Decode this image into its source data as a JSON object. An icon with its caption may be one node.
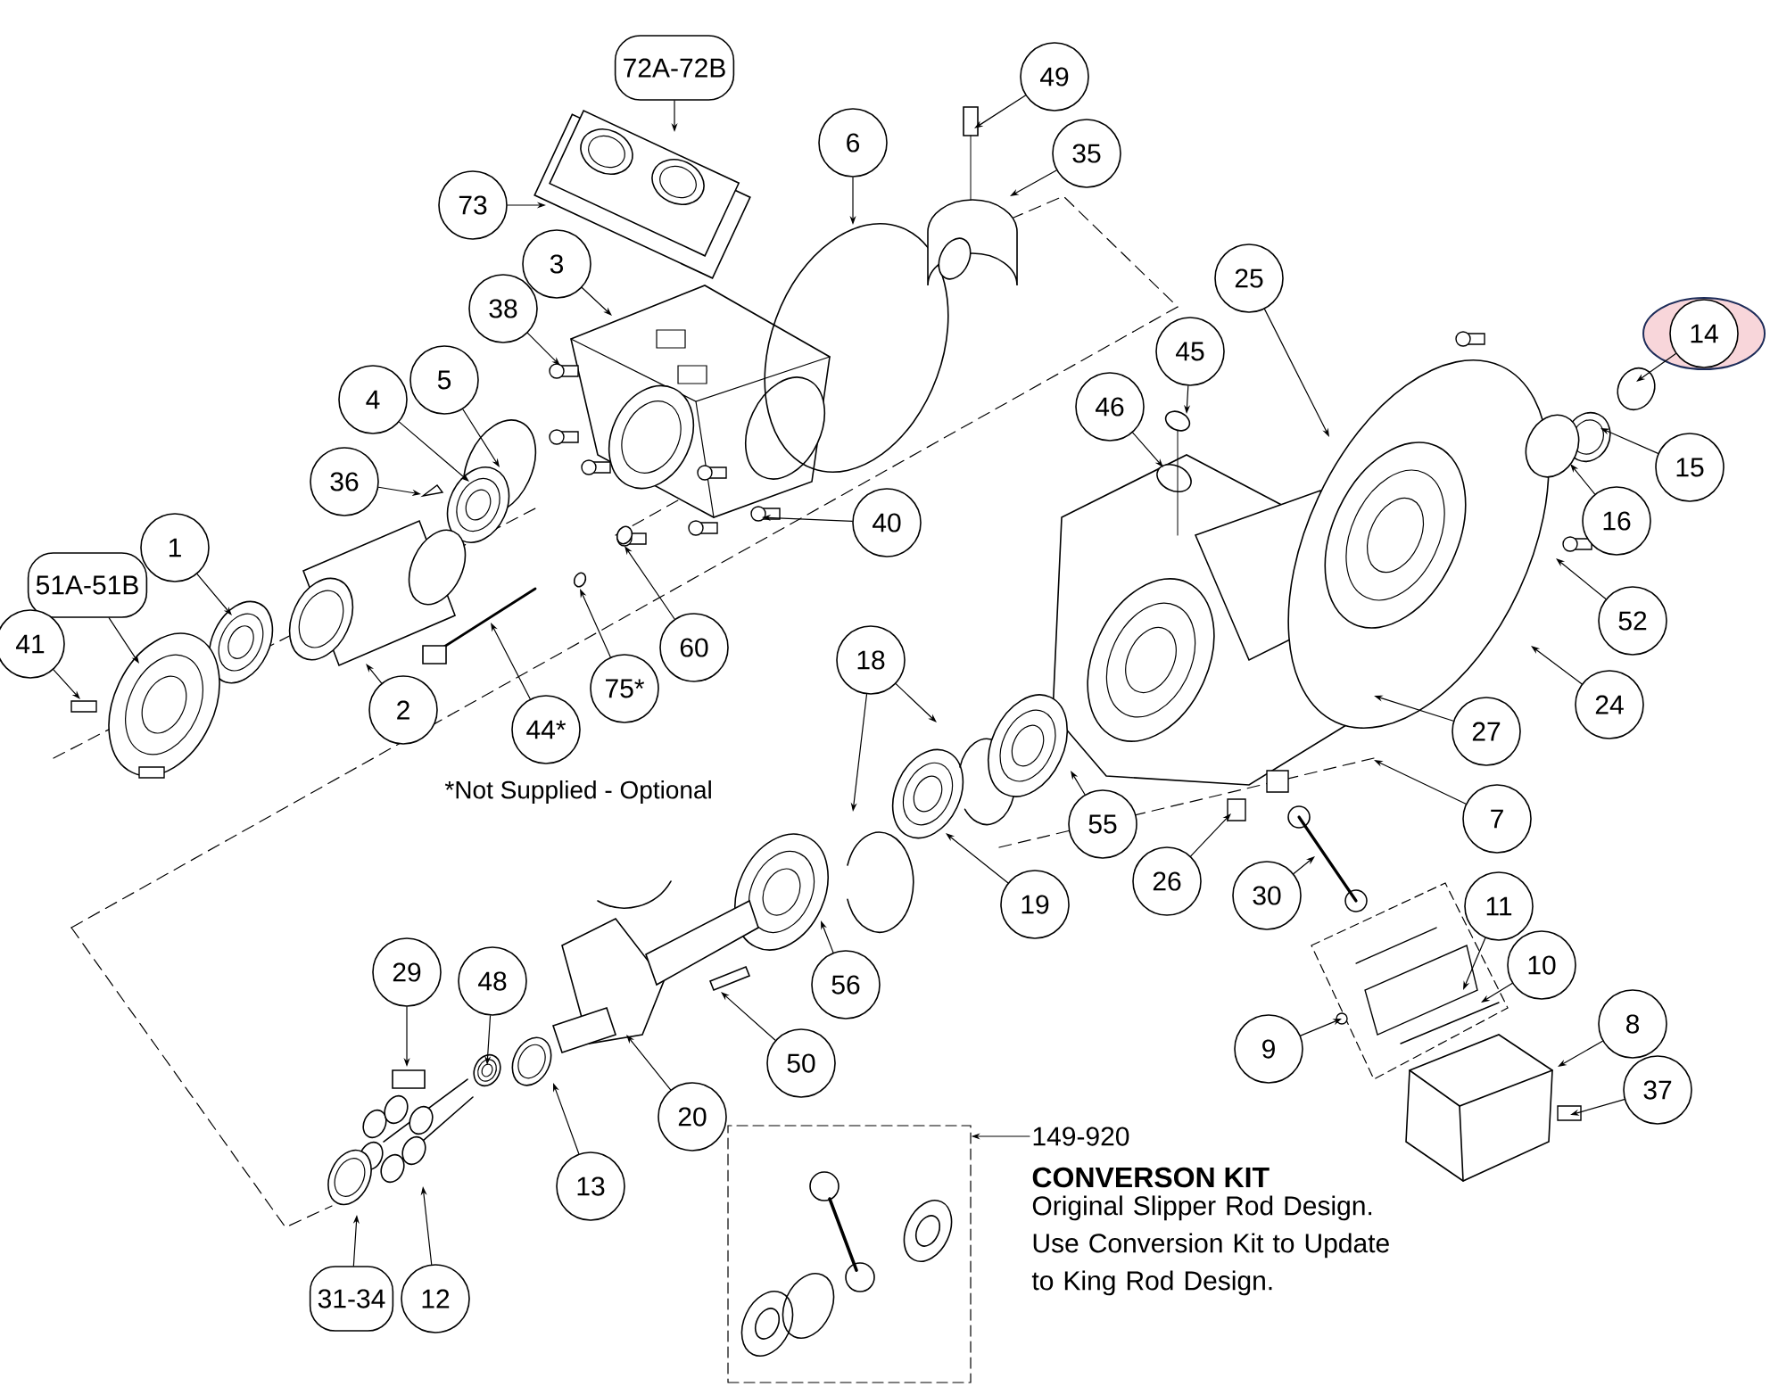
{
  "diagram": {
    "nodes": [
      {
        "text": [
          "72A-72B"
        ]
      },
      {
        "text": [
          "49"
        ]
      },
      {
        "text": [
          "6"
        ]
      },
      {
        "text": [
          "35"
        ]
      },
      {
        "text": [
          "73"
        ]
      },
      {
        "text": [
          "3"
        ]
      },
      {
        "text": [
          "25"
        ]
      },
      {
        "text": [
          "38"
        ]
      },
      {
        "text": [
          "14"
        ]
      },
      {
        "text": [
          "45"
        ]
      },
      {
        "text": [
          "5"
        ]
      },
      {
        "text": [
          "4"
        ]
      },
      {
        "text": [
          "46"
        ]
      },
      {
        "text": [
          "15"
        ]
      },
      {
        "text": [
          "36"
        ]
      },
      {
        "text": [
          "16"
        ]
      },
      {
        "text": [
          "40"
        ]
      },
      {
        "text": [
          "1"
        ]
      },
      {
        "text": [
          "51A-51B"
        ]
      },
      {
        "text": [
          "52"
        ]
      },
      {
        "text": [
          "41"
        ]
      },
      {
        "text": [
          "60"
        ]
      },
      {
        "text": [
          "18"
        ]
      },
      {
        "text": [
          "75*"
        ]
      },
      {
        "text": [
          "24"
        ]
      },
      {
        "text": [
          "2"
        ]
      },
      {
        "text": [
          "44*"
        ]
      },
      {
        "text": [
          "27"
        ]
      },
      {
        "text": [
          "7"
        ]
      },
      {
        "text": [
          "55"
        ]
      },
      {
        "text": [
          "26"
        ]
      },
      {
        "text": [
          "30"
        ]
      },
      {
        "text": [
          "19"
        ]
      },
      {
        "text": [
          "11"
        ]
      },
      {
        "text": [
          "29"
        ]
      },
      {
        "text": [
          "48"
        ]
      },
      {
        "text": [
          "56"
        ]
      },
      {
        "text": [
          "10"
        ]
      },
      {
        "text": [
          "9"
        ]
      },
      {
        "text": [
          "8"
        ]
      },
      {
        "text": [
          "50"
        ]
      },
      {
        "text": [
          "37"
        ]
      },
      {
        "text": [
          "20"
        ]
      },
      {
        "text": [
          "149-920"
        ]
      },
      {
        "text": [],
        "shape": "picture"
      },
      {
        "text": [
          "13"
        ]
      },
      {
        "text": [
          "31-34"
        ]
      },
      {
        "text": [
          "12"
        ]
      }
    ],
    "edges": [
      {
        "from": 0,
        "to": null,
        "arrow": "to"
      },
      {
        "from": 1,
        "to": null,
        "arrow": "to"
      },
      {
        "from": 2,
        "to": null,
        "arrow": "to"
      },
      {
        "from": 3,
        "to": null,
        "arrow": "to"
      },
      {
        "from": 4,
        "to": null,
        "arrow": "to"
      },
      {
        "from": 5,
        "to": null,
        "arrow": "to"
      },
      {
        "from": 6,
        "to": null,
        "arrow": "to"
      },
      {
        "from": 7,
        "to": null,
        "arrow": "to"
      },
      {
        "from": 8,
        "to": null,
        "arrow": "to"
      },
      {
        "from": 9,
        "to": null,
        "arrow": "to"
      },
      {
        "from": 10,
        "to": null,
        "arrow": "to"
      },
      {
        "from": 11,
        "to": null,
        "arrow": "to"
      },
      {
        "from": 12,
        "to": null,
        "arrow": "to"
      },
      {
        "from": 13,
        "to": null,
        "arrow": "to"
      },
      {
        "from": 14,
        "to": null,
        "arrow": "to"
      },
      {
        "from": 15,
        "to": null,
        "arrow": "to"
      },
      {
        "from": 16,
        "to": null,
        "arrow": "to"
      },
      {
        "from": 17,
        "to": null,
        "arrow": "to"
      },
      {
        "from": 18,
        "to": null,
        "arrow": "to"
      },
      {
        "from": 19,
        "to": null,
        "arrow": "to"
      },
      {
        "from": 20,
        "to": null,
        "arrow": "to"
      },
      {
        "from": 21,
        "to": null,
        "arrow": "to"
      },
      {
        "from": 22,
        "to": null,
        "arrow": "to"
      },
      {
        "from": 22,
        "to": null,
        "arrow": "to"
      },
      {
        "from": 23,
        "to": null,
        "arrow": "to"
      },
      {
        "from": 24,
        "to": null,
        "arrow": "to"
      },
      {
        "from": 25,
        "to": null,
        "arrow": "to"
      },
      {
        "from": 26,
        "to": null,
        "arrow": "to"
      },
      {
        "from": 27,
        "to": null,
        "arrow": "to"
      },
      {
        "from": 28,
        "to": null,
        "arrow": "to"
      },
      {
        "from": 29,
        "to": null,
        "arrow": "to"
      },
      {
        "from": 30,
        "to": null,
        "arrow": "to"
      },
      {
        "from": 31,
        "to": null,
        "arrow": "to"
      },
      {
        "from": 32,
        "to": null,
        "arrow": "to"
      },
      {
        "from": 33,
        "to": null,
        "arrow": "to"
      },
      {
        "from": 34,
        "to": null,
        "arrow": "to"
      },
      {
        "from": 35,
        "to": null,
        "arrow": "to"
      },
      {
        "from": 36,
        "to": null,
        "arrow": "to"
      },
      {
        "from": 37,
        "to": null,
        "arrow": "to"
      },
      {
        "from": 38,
        "to": null,
        "arrow": "to"
      },
      {
        "from": 39,
        "to": null,
        "arrow": "to"
      },
      {
        "from": 40,
        "to": null,
        "arrow": "to"
      },
      {
        "from": 41,
        "to": null,
        "arrow": "to"
      },
      {
        "from": 42,
        "to": null,
        "arrow": "to"
      },
      {
        "from": 43,
        "to": 44,
        "arrow": "to"
      },
      {
        "from": 45,
        "to": null,
        "arrow": "to"
      },
      {
        "from": 46,
        "to": null,
        "arrow": "to"
      },
      {
        "from": 47,
        "to": null,
        "arrow": "to"
      }
    ],
    "labels": [
      "*Not Supplied - Optional",
      "CONVERSON KIT",
      "Original Slipper Rod Design. Use Conversion Kit to Update to King Rod Design."
    ]
  }
}
